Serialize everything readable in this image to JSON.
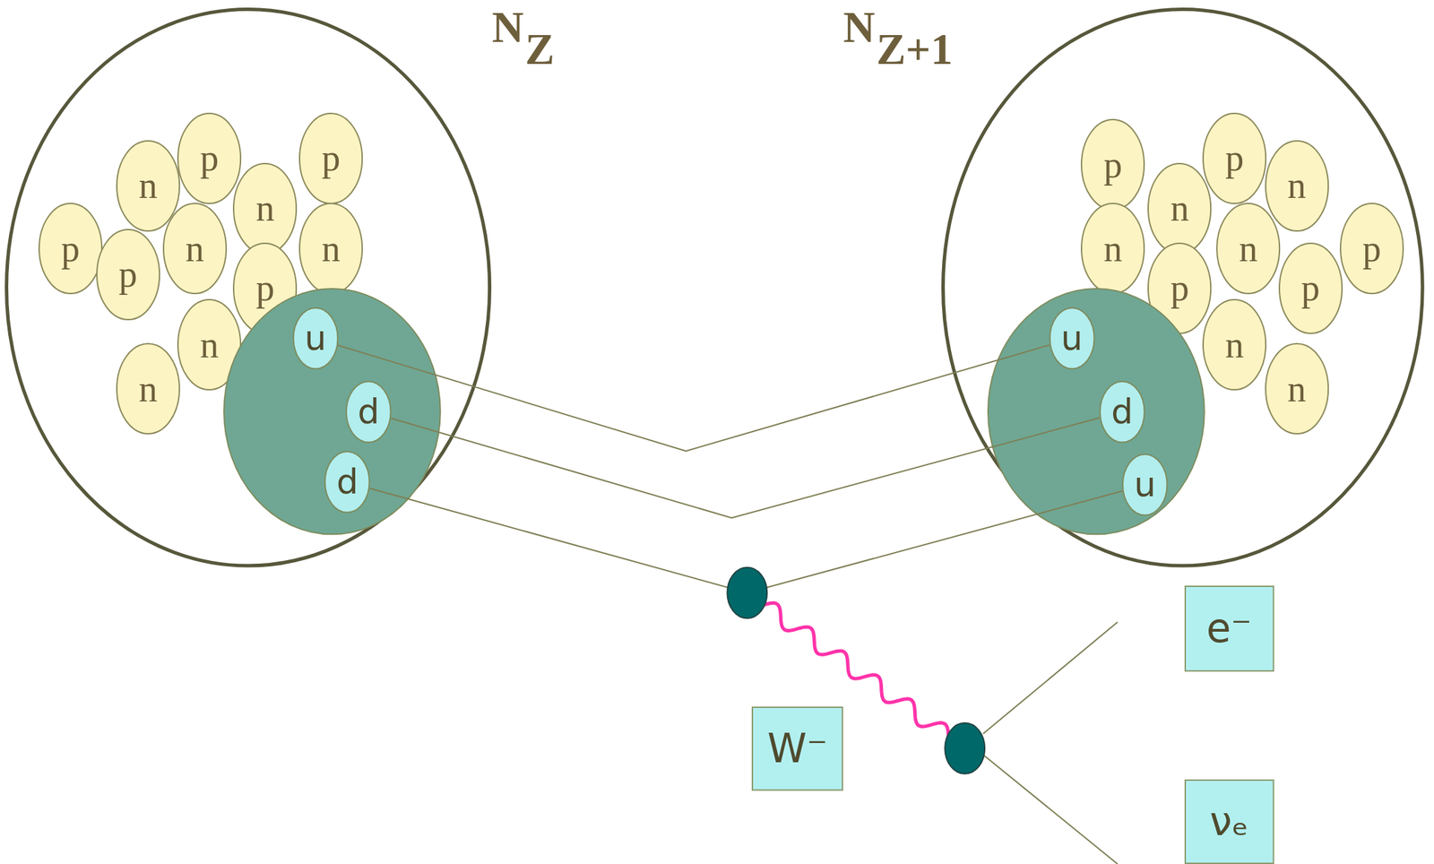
{
  "diagram": {
    "nodes": [
      {
        "text": [
          "N",
          "Z"
        ]
      },
      {
        "text": [
          "p"
        ],
        "in": 0
      },
      {
        "text": [
          "p"
        ],
        "in": 0
      },
      {
        "text": [
          "n"
        ],
        "in": 0
      },
      {
        "text": [
          "n"
        ],
        "in": 0
      },
      {
        "text": [
          "p"
        ],
        "in": 0
      },
      {
        "text": [
          "n"
        ],
        "in": 0
      },
      {
        "text": [
          "n"
        ],
        "in": 0
      },
      {
        "text": [
          "p"
        ],
        "in": 0
      },
      {
        "text": [
          "p"
        ],
        "in": 0
      },
      {
        "text": [
          "n"
        ],
        "in": 0
      },
      {
        "text": [
          "n"
        ],
        "in": 0
      },
      {
        "text": [],
        "in": 0
      },
      {
        "text": [
          "u"
        ],
        "in": 12
      },
      {
        "text": [
          "d"
        ],
        "in": 12
      },
      {
        "text": [
          "d"
        ],
        "in": 12
      },
      {
        "text": [
          "N",
          "Z+1"
        ]
      },
      {
        "text": [
          "p"
        ],
        "in": 16
      },
      {
        "text": [
          "p"
        ],
        "in": 16
      },
      {
        "text": [
          "n"
        ],
        "in": 16
      },
      {
        "text": [
          "n"
        ],
        "in": 16
      },
      {
        "text": [
          "n"
        ],
        "in": 16
      },
      {
        "text": [
          "n"
        ],
        "in": 16
      },
      {
        "text": [
          "p"
        ],
        "in": 16
      },
      {
        "text": [
          "p"
        ],
        "in": 16
      },
      {
        "text": [
          "p"
        ],
        "in": 16
      },
      {
        "text": [
          "n"
        ],
        "in": 16
      },
      {
        "text": [
          "n"
        ],
        "in": 16
      },
      {
        "text": [],
        "in": 16
      },
      {
        "text": [
          "u"
        ],
        "in": 28
      },
      {
        "text": [
          "d"
        ],
        "in": 28
      },
      {
        "text": [
          "u"
        ],
        "in": 28
      },
      {
        "text": [
          "W⁻"
        ]
      },
      {
        "text": [
          "e⁻"
        ]
      },
      {
        "text": [
          "νₑ"
        ]
      }
    ],
    "edges": [
      {
        "from": 13,
        "to": 29,
        "arrow": "none"
      },
      {
        "from": 14,
        "to": 30,
        "arrow": "none"
      },
      {
        "from": 15,
        "to": 31,
        "arrow": "none"
      }
    ]
  }
}
